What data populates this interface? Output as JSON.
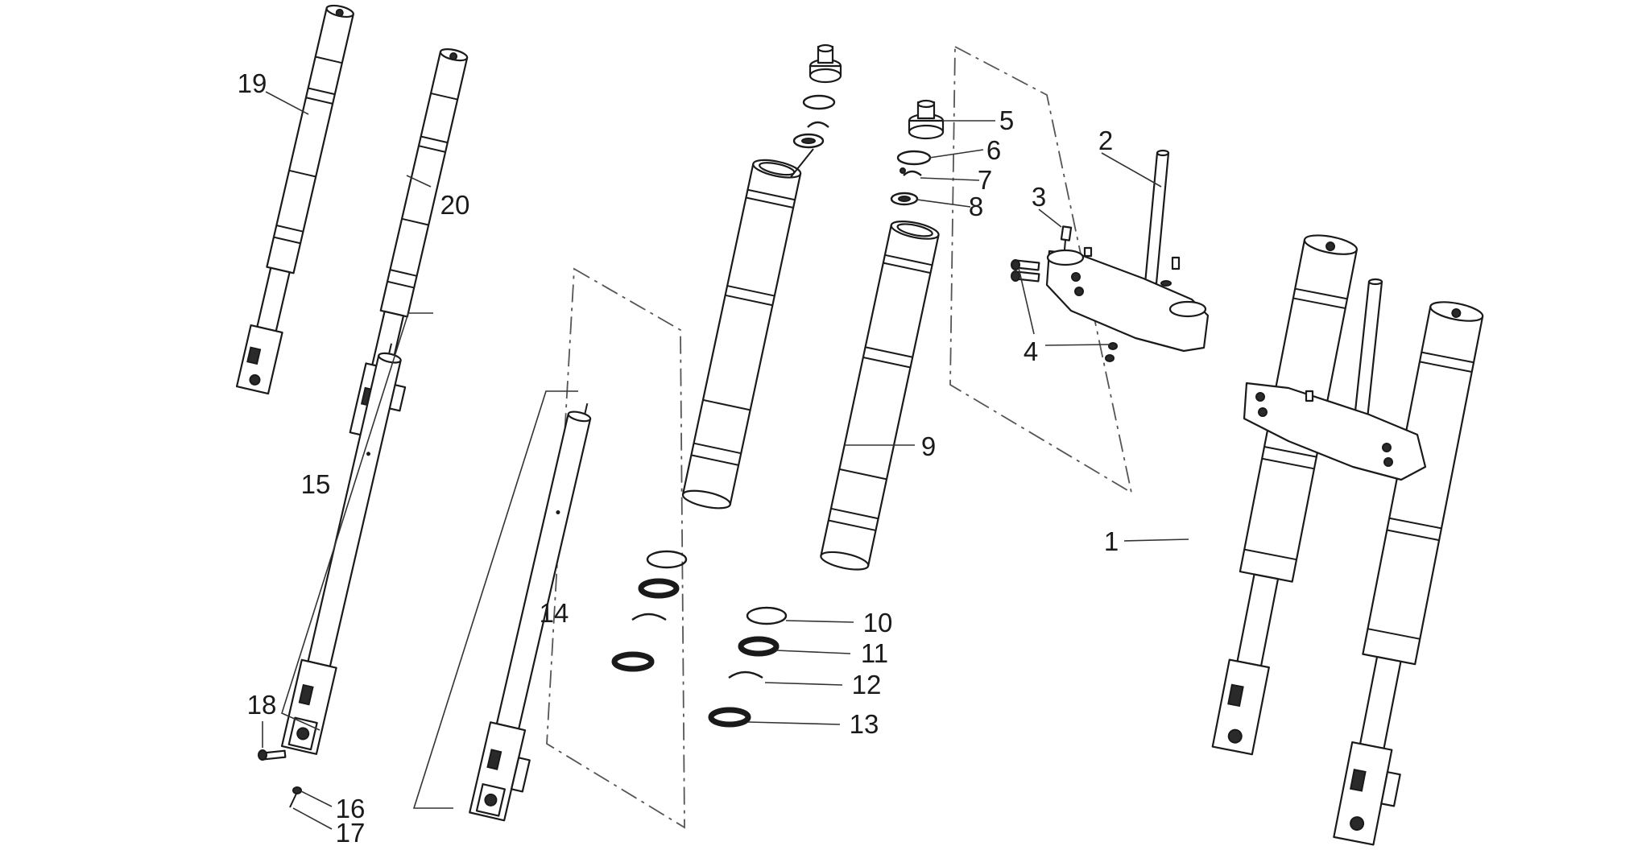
{
  "diagram": {
    "background": "#ffffff",
    "line_color": "#1a1a1a",
    "callouts": {
      "c1": "1",
      "c2": "2",
      "c3": "3",
      "c4": "4",
      "c5": "5",
      "c6": "6",
      "c7": "7",
      "c8": "8",
      "c9": "9",
      "c10": "10",
      "c11": "11",
      "c12": "12",
      "c13": "13",
      "c14": "14",
      "c15": "15",
      "c16": "16",
      "c17": "17",
      "c18": "18",
      "c19": "19",
      "c20": "20"
    }
  }
}
